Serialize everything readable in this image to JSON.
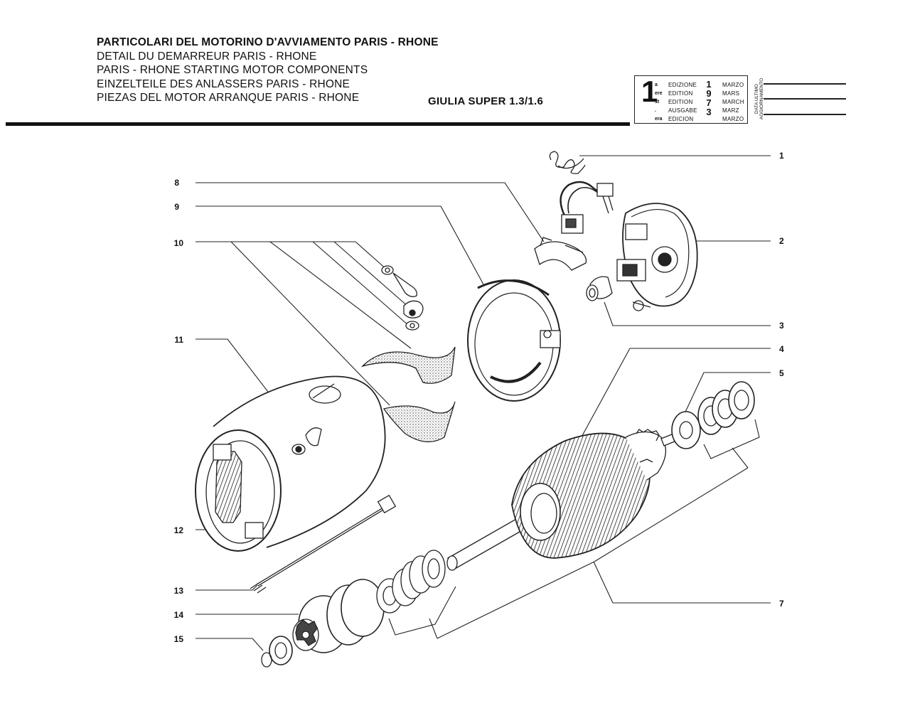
{
  "header": {
    "titles": [
      "PARTICOLARI DEL MOTORINO D'AVVIAMENTO PARIS - RHONE",
      "DETAIL DU DEMARREUR PARIS - RHONE",
      "PARIS - RHONE STARTING MOTOR COMPONENTS",
      "EINZELTEILE DES ANLASSERS PARIS - RHONE",
      "PIEZAS DEL MOTOR ARRANQUE PARIS - RHONE"
    ],
    "model": "GIULIA SUPER 1.3/1.6"
  },
  "edition_box": {
    "big_number": "1",
    "suffixes": [
      "a",
      "ere",
      "st",
      ".",
      "era"
    ],
    "edition_words": [
      "EDIZIONE",
      "EDITION",
      "EDITION",
      "AUSGABE",
      "EDICION"
    ],
    "year": [
      "1",
      "9",
      "7",
      "3"
    ],
    "months": [
      "MARZO",
      "MARS",
      "MARCH",
      "MARZ",
      "MARZO"
    ],
    "update_label_1": "DATA ULTIMO",
    "update_label_2": "AGGIORNAMENTO"
  },
  "callouts": [
    "1",
    "2",
    "3",
    "4",
    "5",
    "7",
    "8",
    "9",
    "10",
    "11",
    "12",
    "13",
    "14",
    "15"
  ]
}
